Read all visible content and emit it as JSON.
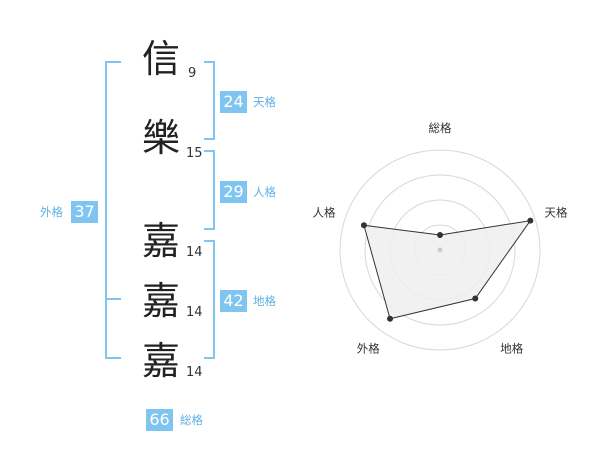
{
  "name": {
    "chars": [
      {
        "char": "信",
        "strokes": "9"
      },
      {
        "char": "樂",
        "strokes": "15"
      },
      {
        "char": "嘉",
        "strokes": "14"
      },
      {
        "char": "嘉",
        "strokes": "14"
      },
      {
        "char": "嘉",
        "strokes": "14"
      }
    ]
  },
  "fortune": {
    "tenkaku": {
      "label": "天格",
      "value": "24"
    },
    "jinkaku": {
      "label": "人格",
      "value": "29"
    },
    "chikaku": {
      "label": "地格",
      "value": "42"
    },
    "gaikaku": {
      "label": "外格",
      "value": "37"
    },
    "soukaku": {
      "label": "総格",
      "value": "66"
    }
  },
  "colors": {
    "accent": "#7fc5f0",
    "label_text": "#5fb0e6",
    "radar_fill": "#eeeeee",
    "radar_line": "#333333"
  },
  "chart_data": {
    "type": "radar",
    "axes": [
      "総格",
      "天格",
      "地格",
      "外格",
      "人格"
    ],
    "values": [
      0.15,
      0.95,
      0.6,
      0.85,
      0.8
    ],
    "rings": 4,
    "range": [
      0,
      1
    ]
  }
}
